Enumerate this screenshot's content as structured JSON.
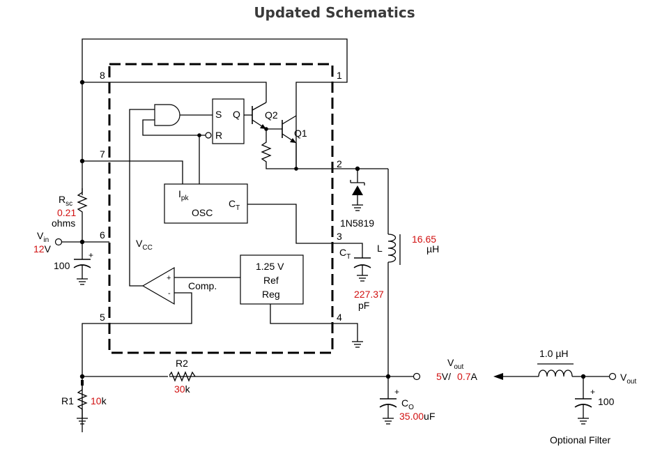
{
  "title": "Updated Schematics",
  "colors": {
    "value_highlight": "#d11010",
    "wire": "#000000",
    "title": "#3a3a3a"
  },
  "pins": {
    "p1": "1",
    "p2": "2",
    "p3": "3",
    "p4": "4",
    "p5": "5",
    "p6": "6",
    "p7": "7",
    "p8": "8"
  },
  "ic": {
    "flipflop_s": "S",
    "flipflop_q": "Q",
    "flipflop_r": "R",
    "q2": "Q2",
    "q1": "Q1",
    "ipk_main": "I",
    "ipk_sub": "pk",
    "osc": "OSC",
    "ct_main": "C",
    "ct_sub": "T",
    "vcc_main": "V",
    "vcc_sub": "CC",
    "ref_line1": "1.25 V",
    "ref_line2": "Ref",
    "ref_line3": "Reg",
    "comp": "Comp.",
    "op_plus": "+",
    "op_minus": "-"
  },
  "components": {
    "rsc_main": "R",
    "rsc_sub": "sc",
    "rsc_value": "0.21",
    "rsc_unit": "ohms",
    "vin_main": "V",
    "vin_sub": "in",
    "vin_value": "12",
    "vin_unit": "V",
    "cin_value": "100",
    "cin_plus": "+",
    "diode": "1N5819",
    "ct_main": "C",
    "ct_sub": "T",
    "ct_value": "227.37",
    "ct_unit": "pF",
    "l_label": "L",
    "l_value": "16.65",
    "l_unit": "µH",
    "r1_label": "R1",
    "r1_value": "10",
    "r1_unit": "k",
    "r2_label": "R2",
    "r2_value": "30",
    "r2_unit": "k",
    "co_main": "C",
    "co_sub": "O",
    "co_value": "35.00",
    "co_unit": "uF",
    "co_plus": "+",
    "vout_main": "V",
    "vout_sub": "out",
    "vout_value": "5",
    "vout_sep": "V/",
    "iout_value": "0.7",
    "iout_unit": "A"
  },
  "filter": {
    "inductor": "1.0 µH",
    "cap_value": "100",
    "cap_plus": "+",
    "vout_main": "V",
    "vout_sub": "out",
    "caption": "Optional Filter"
  }
}
